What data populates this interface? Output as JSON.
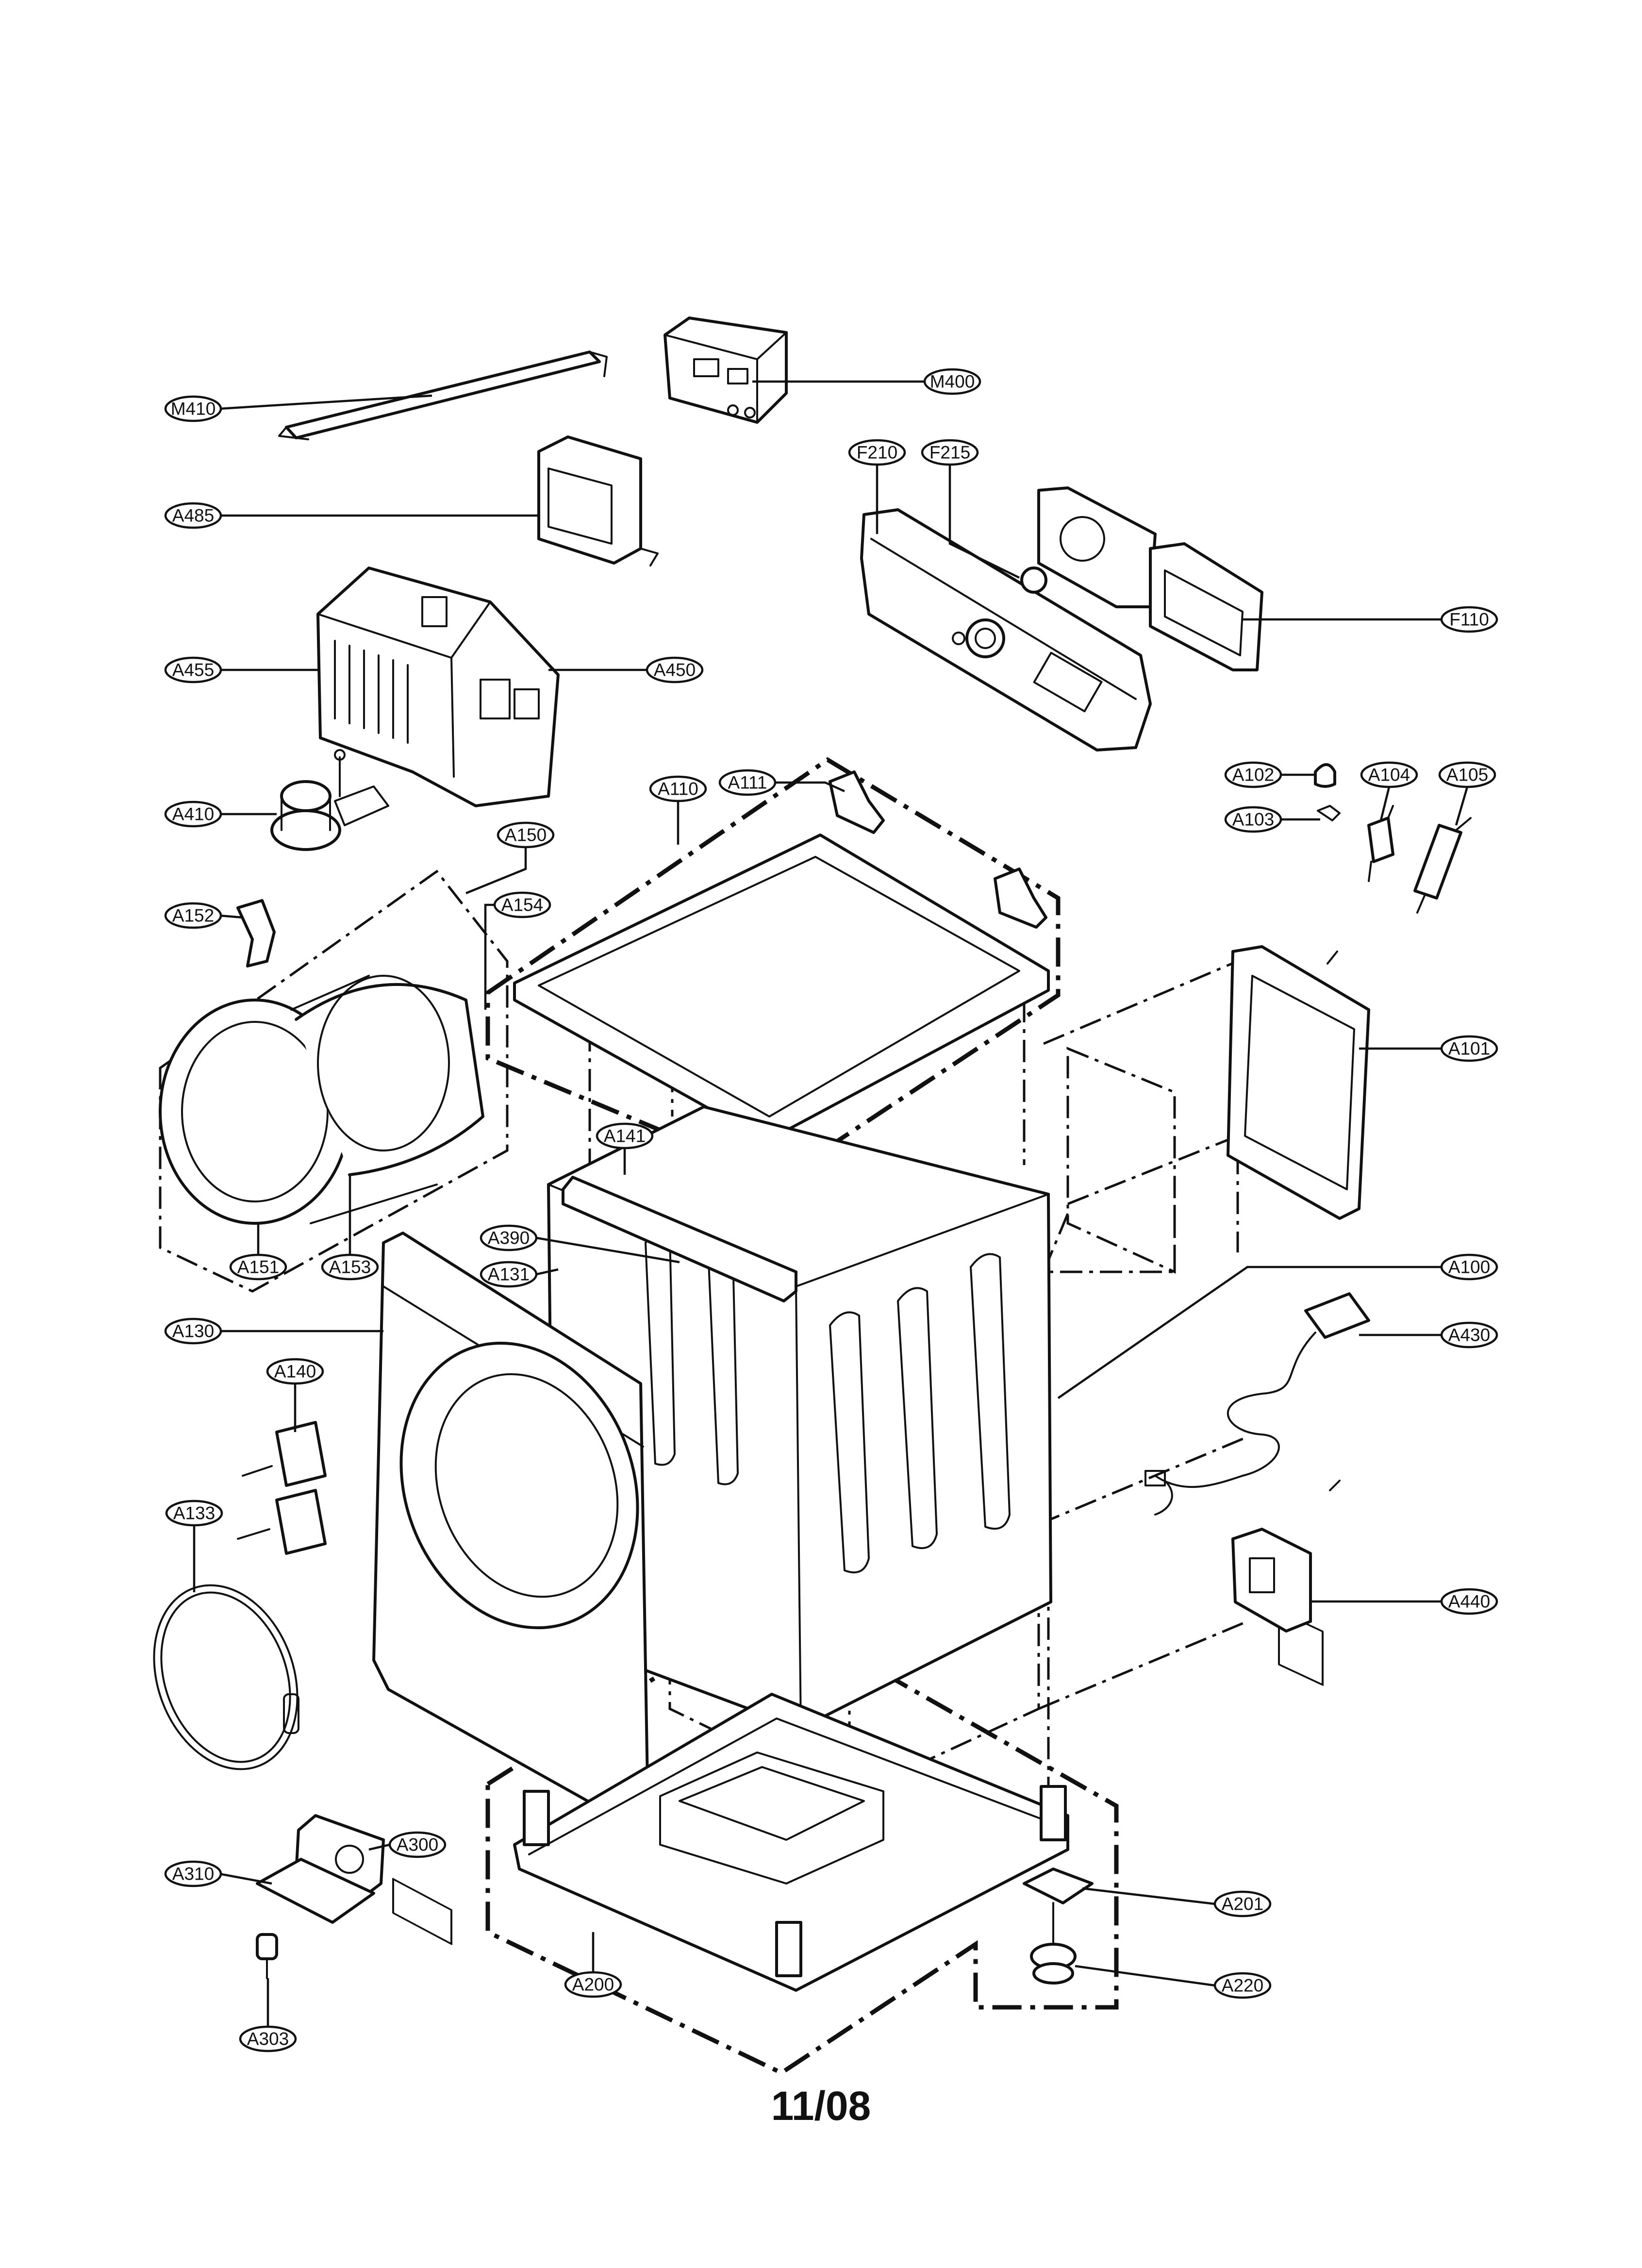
{
  "diagram": {
    "callouts": {
      "M410": "M410",
      "M400": "M400",
      "A485": "A485",
      "F210": "F210",
      "F215": "F215",
      "F110": "F110",
      "A455": "A455",
      "A450": "A450",
      "A410": "A410",
      "A102": "A102",
      "A103": "A103",
      "A104": "A104",
      "A105": "A105",
      "A111": "A111",
      "A110": "A110",
      "A150": "A150",
      "A152": "A152",
      "A154": "A154",
      "A101": "A101",
      "A141": "A141",
      "A151": "A151",
      "A153": "A153",
      "A390": "A390",
      "A131": "A131",
      "A100": "A100",
      "A130": "A130",
      "A430": "A430",
      "A140": "A140",
      "A133": "A133",
      "A440": "A440",
      "A300": "A300",
      "A310": "A310",
      "A201": "A201",
      "A220": "A220",
      "A303": "A303",
      "A200": "A200"
    },
    "footer_label": "11/08"
  }
}
